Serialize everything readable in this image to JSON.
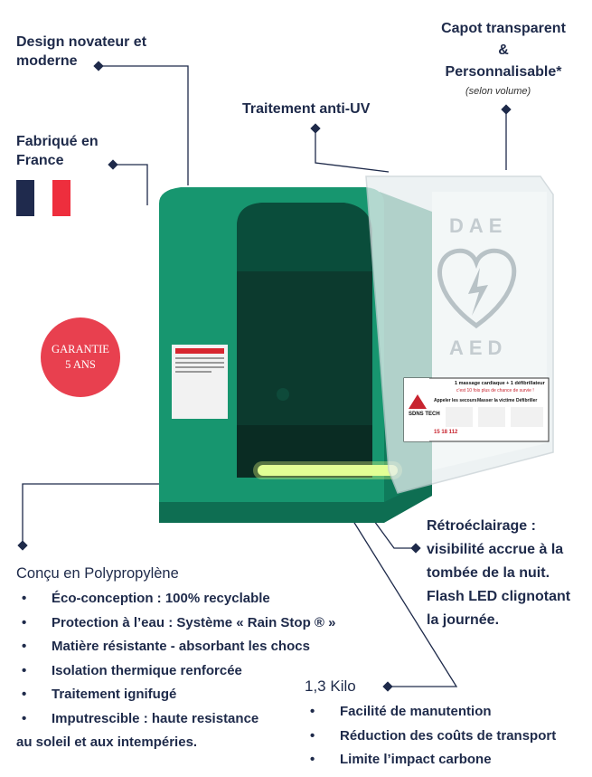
{
  "labels": {
    "design": [
      "Design novateur et",
      "moderne"
    ],
    "france": [
      "Fabriqué en",
      "France"
    ],
    "uv": "Traitement anti-UV",
    "capot_line1": "Capot transparent",
    "capot_amp": "&",
    "capot_line3": "Personnalisable*",
    "capot_note": "(selon volume)",
    "retro": [
      "Rétroéclairage :",
      "visibilité accrue à la",
      "tombée de la nuit.",
      "Flash LED clignotant",
      "la journée."
    ]
  },
  "badge": {
    "line1": "GARANTIE",
    "line2": "5 ANS",
    "color": "#e8404f"
  },
  "flag_colors": [
    "#1f2a4d",
    "#ffffff",
    "#ee2e3d"
  ],
  "product": {
    "cabinet_color": "#16946e",
    "cover_text_top": "DAE",
    "cover_text_bottom": "AED",
    "brand": "SDNS TECH",
    "label_title": "1 massage cardiaque + 1 défibrillateur",
    "label_sub": "c'est 10 fois plus de chance de survie !",
    "call_title": "Appeler les secours",
    "call_numbers": "15 18 112",
    "place_title": "Masser la victime",
    "defib_title": "Défibriller"
  },
  "polypropylene": {
    "title": "Conçu en Polypropylène",
    "items": [
      "Éco-conception : 100% recyclable",
      "Protection à l’eau : Système « Rain Stop ® »",
      "Matière résistante - absorbant les chocs",
      "Isolation thermique renforcée",
      "Traitement ignifugé",
      "Imputrescible : haute resistance"
    ],
    "tail": "au soleil et aux intempéries."
  },
  "weight": {
    "title": "1,3 Kilo",
    "items": [
      "Facilité de manutention",
      "Réduction des coûts de transport",
      "Limite l’impact carbone"
    ]
  }
}
